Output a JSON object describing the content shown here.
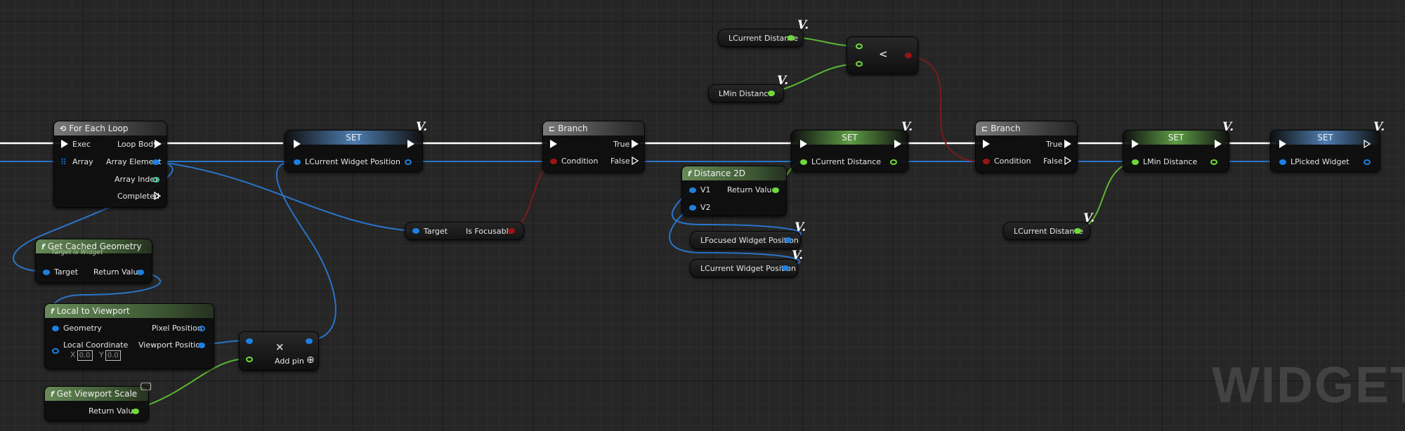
{
  "colors": {
    "exec": "#ffffff",
    "vector2d": "#1f7fe0",
    "float": "#6ed93a",
    "bool": "#9a1414",
    "wire_blue": "#2a74c8",
    "wire_green": "#5cb832",
    "wire_red": "#7a1c1c"
  },
  "for_each_loop": {
    "title": "For Each Loop",
    "icon": "loop-icon",
    "exec": "Exec",
    "array": "Array",
    "loop_body": "Loop Body",
    "array_element": "Array Element",
    "array_index": "Array Index",
    "completed": "Completed"
  },
  "get_cached_geometry": {
    "title": "Get Cached Geometry",
    "subtitle": "Target is Widget",
    "target": "Target",
    "return_value": "Return Value"
  },
  "local_to_viewport": {
    "title": "Local to Viewport",
    "geometry": "Geometry",
    "pixel_position": "Pixel Position",
    "local_coordinate": "Local Coordinate",
    "viewport_position": "Viewport Position",
    "x_label": "X",
    "x_value": "0.0",
    "y_label": "Y",
    "y_value": "0.0"
  },
  "get_viewport_scale": {
    "title": "Get Viewport Scale",
    "return_value": "Return Value"
  },
  "multiply": {
    "operator": "×",
    "add_pin": "Add pin"
  },
  "set1": {
    "title": "SET",
    "var": "LCurrent Widget Position"
  },
  "is_focusable": {
    "target": "Target",
    "output": "Is Focusable"
  },
  "branch1": {
    "title": "Branch",
    "condition": "Condition",
    "true": "True",
    "false": "False"
  },
  "distance_2d": {
    "title": "Distance 2D",
    "v1": "V1",
    "v2": "V2",
    "return_value": "Return Value"
  },
  "var_lfocused_widget_position": "LFocused Widget Position",
  "var_lcurrent_widget_position": "LCurrent Widget Position",
  "set2": {
    "title": "SET",
    "var": "LCurrent Distance"
  },
  "var_lcurrent_distance_top": "LCurrent Distance",
  "var_lmin_distance": "LMin Distance",
  "less_than": {
    "operator": "<"
  },
  "branch2": {
    "title": "Branch",
    "condition": "Condition",
    "true": "True",
    "false": "False"
  },
  "var_lcurrent_distance_2": "LCurrent Distance",
  "set3": {
    "title": "SET",
    "var": "LMin Distance"
  },
  "set4": {
    "title": "SET",
    "var": "LPicked Widget"
  },
  "variable_badge": "V.",
  "watermark": "WIDGET I"
}
